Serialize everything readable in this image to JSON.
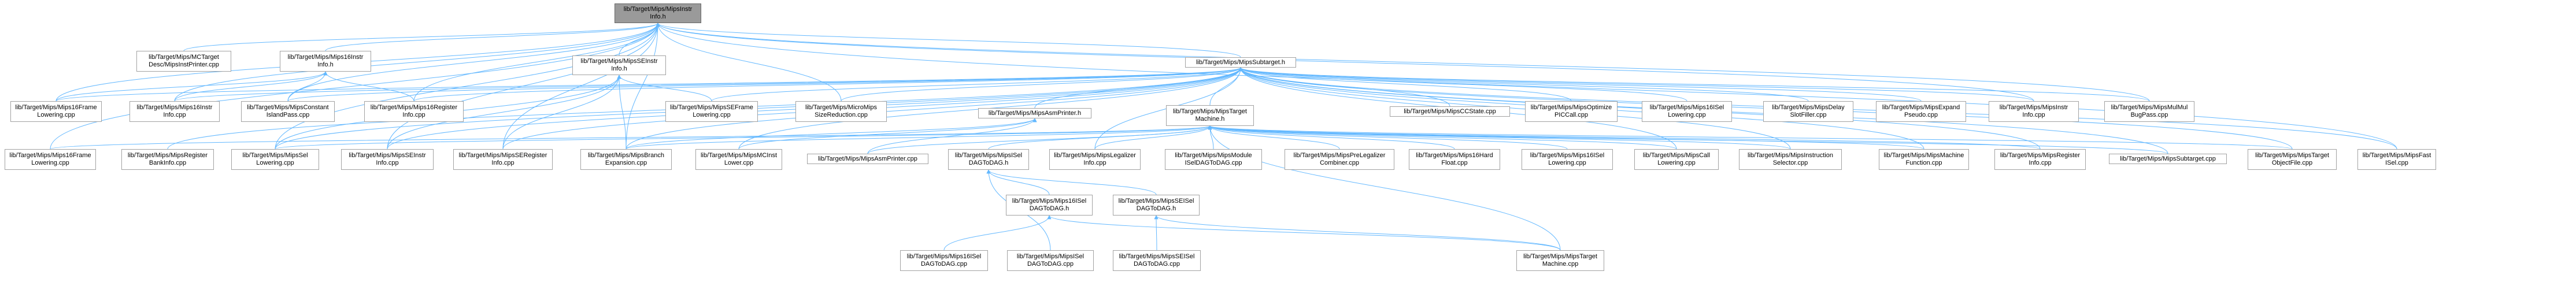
{
  "colors": {
    "edge": "#63b8ff",
    "edge_dark": "#404040",
    "node_border": "#a2a2a2",
    "root_fill": "#9a9a9a"
  },
  "nodes": {
    "root": {
      "line1": "lib/Target/Mips/MipsInstr",
      "line2": "Info.h"
    },
    "mctarget": {
      "line1": "lib/Target/Mips/MCTarget",
      "line2": "Desc/MipsInstPrinter.cpp"
    },
    "mips16instrh": {
      "line1": "lib/Target/Mips/Mips16Instr",
      "line2": "Info.h"
    },
    "mipsseinstrh": {
      "line1": "lib/Target/Mips/MipsSEInstr",
      "line2": "Info.h"
    },
    "subtargeth": {
      "line1": "lib/Target/Mips/MipsSubtarget.h",
      "line2": ""
    },
    "m16framelow1": {
      "line1": "lib/Target/Mips/Mips16Frame",
      "line2": "Lowering.cpp"
    },
    "m16instrcpp": {
      "line1": "lib/Target/Mips/Mips16Instr",
      "line2": "Info.cpp"
    },
    "mconstisland": {
      "line1": "lib/Target/Mips/MipsConstant",
      "line2": "IslandPass.cpp"
    },
    "m16reginfo": {
      "line1": "lib/Target/Mips/Mips16Register",
      "line2": "Info.cpp"
    },
    "mseframelow": {
      "line1": "lib/Target/Mips/MipsSEFrame",
      "line2": "Lowering.cpp"
    },
    "mmicromips": {
      "line1": "lib/Target/Mips/MicroMips",
      "line2": "SizeReduction.cpp"
    },
    "asmprinterh": {
      "line1": "lib/Target/Mips/MipsAsmPrinter.h",
      "line2": ""
    },
    "targetmachh": {
      "line1": "lib/Target/Mips/MipsTarget",
      "line2": "Machine.h"
    },
    "ccstate": {
      "line1": "lib/Target/Mips/MipsCCState.cpp",
      "line2": ""
    },
    "optpiccall": {
      "line1": "lib/Target/Mips/MipsOptimize",
      "line2": "PICCall.cpp"
    },
    "m16iselow": {
      "line1": "lib/Target/Mips/Mips16ISel",
      "line2": "Lowering.cpp"
    },
    "delayslot": {
      "line1": "lib/Target/Mips/MipsDelay",
      "line2": "SlotFiller.cpp"
    },
    "expandpseudo": {
      "line1": "lib/Target/Mips/MipsExpand",
      "line2": "Pseudo.cpp"
    },
    "minstrcpp": {
      "line1": "lib/Target/Mips/MipsInstr",
      "line2": "Info.cpp"
    },
    "mulmul": {
      "line1": "lib/Target/Mips/MipsMulMul",
      "line2": "BugPass.cpp"
    },
    "m16framelow2": {
      "line1": "lib/Target/Mips/Mips16Frame",
      "line2": "Lowering.cpp"
    },
    "mregbank": {
      "line1": "lib/Target/Mips/MipsRegister",
      "line2": "BankInfo.cpp"
    },
    "msellow": {
      "line1": "lib/Target/Mips/MipsSel",
      "line2": "Lowering.cpp"
    },
    "mseinstrcpp": {
      "line1": "lib/Target/Mips/MipsSEInstr",
      "line2": "Info.cpp"
    },
    "msereginfo": {
      "line1": "lib/Target/Mips/MipsSERegister",
      "line2": "Info.cpp"
    },
    "mbranchexp": {
      "line1": "lib/Target/Mips/MipsBranch",
      "line2": "Expansion.cpp"
    },
    "mmcinstlow": {
      "line1": "lib/Target/Mips/MipsMCInst",
      "line2": "Lower.cpp"
    },
    "masmprinter": {
      "line1": "lib/Target/Mips/MipsAsmPrinter.cpp",
      "line2": ""
    },
    "mseldagh": {
      "line1": "lib/Target/Mips/MipsISel",
      "line2": "DAGToDAG.h"
    },
    "mlegalizer": {
      "line1": "lib/Target/Mips/MipsLegalizer",
      "line2": "Info.cpp"
    },
    "mmodule": {
      "line1": "lib/Target/Mips/MipsModule",
      "line2": "ISelDAGToDAG.cpp"
    },
    "mprelegal": {
      "line1": "lib/Target/Mips/MipsPreLegalizer",
      "line2": "Combiner.cpp"
    },
    "m16hard": {
      "line1": "lib/Target/Mips/Mips16Hard",
      "line2": "Float.cpp"
    },
    "m16isellow2": {
      "line1": "lib/Target/Mips/Mips16ISel",
      "line2": "Lowering.cpp"
    },
    "mcalllow": {
      "line1": "lib/Target/Mips/MipsCall",
      "line2": "Lowering.cpp"
    },
    "minstsel": {
      "line1": "lib/Target/Mips/MipsInstruction",
      "line2": "Selector.cpp"
    },
    "mmachfunc": {
      "line1": "lib/Target/Mips/MipsMachine",
      "line2": "Function.cpp"
    },
    "mreginfo": {
      "line1": "lib/Target/Mips/MipsRegister",
      "line2": "Info.cpp"
    },
    "msubtargetcpp": {
      "line1": "lib/Target/Mips/MipsSubtarget.cpp",
      "line2": ""
    },
    "mtargetobj": {
      "line1": "lib/Target/Mips/MipsTarget",
      "line2": "ObjectFile.cpp"
    },
    "mfastisel": {
      "line1": "lib/Target/Mips/MipsFast",
      "line2": "ISel.cpp"
    },
    "m16iseldagh": {
      "line1": "lib/Target/Mips/Mips16ISel",
      "line2": "DAGToDAG.h"
    },
    "mseiseldagh": {
      "line1": "lib/Target/Mips/MipsSEISel",
      "line2": "DAGToDAG.h"
    },
    "m16iseldagcpp": {
      "line1": "lib/Target/Mips/Mips16ISel",
      "line2": "DAGToDAG.cpp"
    },
    "miseldagcpp": {
      "line1": "lib/Target/Mips/MipsISel",
      "line2": "DAGToDAG.cpp"
    },
    "mseiseldagcpp": {
      "line1": "lib/Target/Mips/MipsSEISel",
      "line2": "DAGToDAG.cpp"
    },
    "mtargetmachcpp": {
      "line1": "lib/Target/Mips/MipsTarget",
      "line2": "Machine.cpp"
    }
  },
  "edges": [
    [
      "mctarget",
      "root"
    ],
    [
      "mips16instrh",
      "root"
    ],
    [
      "mipsseinstrh",
      "root"
    ],
    [
      "subtargeth",
      "root"
    ],
    [
      "m16framelow1",
      "root"
    ],
    [
      "m16instrcpp",
      "root"
    ],
    [
      "mconstisland",
      "root"
    ],
    [
      "m16reginfo",
      "root"
    ],
    [
      "mmicromips",
      "root"
    ],
    [
      "minstrcpp",
      "root"
    ],
    [
      "mulmul",
      "root"
    ],
    [
      "m16framelow2",
      "root"
    ],
    [
      "msellow",
      "root"
    ],
    [
      "mseinstrcpp",
      "root"
    ],
    [
      "msereginfo",
      "root"
    ],
    [
      "mbranchexp",
      "root"
    ],
    [
      "mfastisel",
      "root"
    ],
    [
      "mexpand_dummy",
      "root"
    ],
    [
      "m16framelow1",
      "mips16instrh"
    ],
    [
      "m16instrcpp",
      "mips16instrh"
    ],
    [
      "mconstisland",
      "mips16instrh"
    ],
    [
      "m16reginfo",
      "mips16instrh"
    ],
    [
      "mseframelow",
      "mipsseinstrh"
    ],
    [
      "mseinstrcpp",
      "mipsseinstrh"
    ],
    [
      "msereginfo",
      "mipsseinstrh"
    ],
    [
      "msellow",
      "mipsseinstrh"
    ],
    [
      "mbranchexp",
      "mipsseinstrh"
    ],
    [
      "asmprinterh",
      "subtargeth"
    ],
    [
      "targetmachh",
      "subtargeth"
    ],
    [
      "ccstate",
      "subtargeth"
    ],
    [
      "optpiccall",
      "subtargeth"
    ],
    [
      "m16iselow",
      "subtargeth"
    ],
    [
      "delayslot",
      "subtargeth"
    ],
    [
      "expandpseudo",
      "subtargeth"
    ],
    [
      "minstrcpp",
      "subtargeth"
    ],
    [
      "mulmul",
      "subtargeth"
    ],
    [
      "m16framelow1",
      "subtargeth"
    ],
    [
      "m16instrcpp",
      "subtargeth"
    ],
    [
      "mconstisland",
      "subtargeth"
    ],
    [
      "m16reginfo",
      "subtargeth"
    ],
    [
      "mseframelow",
      "subtargeth"
    ],
    [
      "mmicromips",
      "subtargeth"
    ],
    [
      "mregbank",
      "subtargeth"
    ],
    [
      "msellow",
      "subtargeth"
    ],
    [
      "mseinstrcpp",
      "subtargeth"
    ],
    [
      "msereginfo",
      "subtargeth"
    ],
    [
      "mbranchexp",
      "subtargeth"
    ],
    [
      "mmcinstlow",
      "subtargeth"
    ],
    [
      "mlegalizer",
      "subtargeth"
    ],
    [
      "mcalllow",
      "subtargeth"
    ],
    [
      "minstsel",
      "subtargeth"
    ],
    [
      "mmachfunc",
      "subtargeth"
    ],
    [
      "mreginfo",
      "subtargeth"
    ],
    [
      "msubtargetcpp",
      "subtargeth"
    ],
    [
      "mtargetobj",
      "subtargeth"
    ],
    [
      "mfastisel",
      "subtargeth"
    ],
    [
      "masmprinter",
      "asmprinterh"
    ],
    [
      "mbranchexp",
      "asmprinterh"
    ],
    [
      "mmcinstlow",
      "asmprinterh"
    ],
    [
      "mseldagh",
      "targetmachh"
    ],
    [
      "mlegalizer",
      "targetmachh"
    ],
    [
      "mmodule",
      "targetmachh"
    ],
    [
      "mprelegal",
      "targetmachh"
    ],
    [
      "m16hard",
      "targetmachh"
    ],
    [
      "m16isellow2",
      "targetmachh"
    ],
    [
      "mcalllow",
      "targetmachh"
    ],
    [
      "minstsel",
      "targetmachh"
    ],
    [
      "mmachfunc",
      "targetmachh"
    ],
    [
      "mreginfo",
      "targetmachh"
    ],
    [
      "msubtargetcpp",
      "targetmachh"
    ],
    [
      "mtargetobj",
      "targetmachh"
    ],
    [
      "masmprinter",
      "targetmachh"
    ],
    [
      "mbranchexp",
      "targetmachh"
    ],
    [
      "msellow",
      "targetmachh"
    ],
    [
      "m16framelow2",
      "targetmachh"
    ],
    [
      "mtargetmachcpp",
      "targetmachh"
    ],
    [
      "m16iseldagh",
      "mseldagh"
    ],
    [
      "mseiseldagh",
      "mseldagh"
    ],
    [
      "miseldagcpp",
      "mseldagh"
    ],
    [
      "m16iseldagcpp",
      "m16iseldagh"
    ],
    [
      "mtargetmachcpp",
      "m16iseldagh"
    ],
    [
      "mseiseldagcpp",
      "mseiseldagh"
    ],
    [
      "mtargetmachcpp",
      "mseiseldagh"
    ]
  ]
}
